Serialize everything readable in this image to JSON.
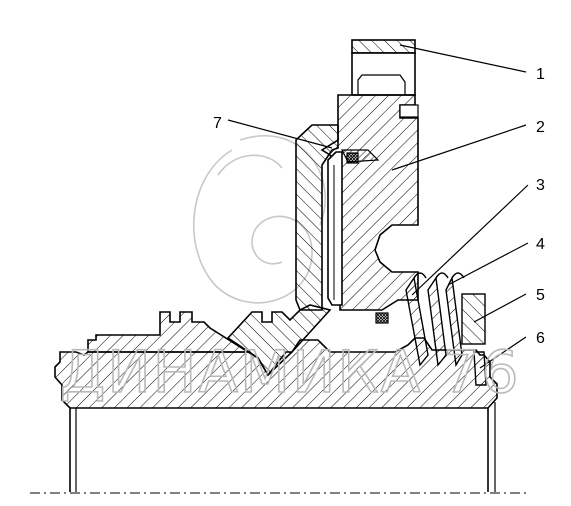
{
  "callouts": [
    {
      "id": "1",
      "label": "1"
    },
    {
      "id": "2",
      "label": "2"
    },
    {
      "id": "3",
      "label": "3"
    },
    {
      "id": "4",
      "label": "4"
    },
    {
      "id": "5",
      "label": "5"
    },
    {
      "id": "6",
      "label": "6"
    },
    {
      "id": "7",
      "label": "7"
    }
  ],
  "watermark": {
    "text": "ДИНАМИКА 76"
  },
  "colors": {
    "line": "#000000",
    "hatch": "#000000",
    "watermark": "#b9b9b9",
    "background": "#ffffff"
  }
}
